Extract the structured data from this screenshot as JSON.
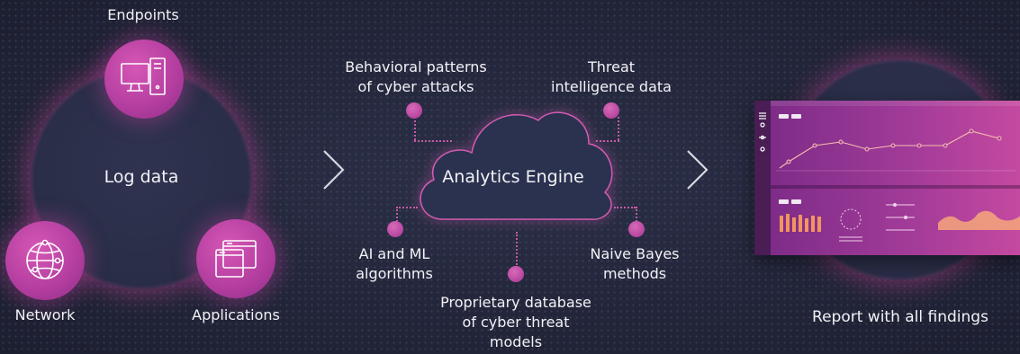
{
  "nodes": {
    "log_data": "Log data",
    "endpoints": "Endpoints",
    "network": "Network",
    "applications": "Applications",
    "analytics_engine": "Analytics Engine",
    "behavioral_line1": "Behavioral patterns",
    "behavioral_line2": "of cyber attacks",
    "threat_line1": "Threat",
    "threat_line2": "intelligence data",
    "ai_line1": "AI and ML",
    "ai_line2": "algorithms",
    "naive_line1": "Naive Bayes",
    "naive_line2": "methods",
    "proprietary_line1": "Proprietary database",
    "proprietary_line2": "of cyber threat",
    "proprietary_line3": "models",
    "report": "Report with all findings"
  },
  "colors": {
    "background": "#23263a",
    "accent": "#c24aa6",
    "circle_fill": "#2b2f4a"
  },
  "icons": [
    "computer-tower-icon",
    "globe-network-icon",
    "application-windows-icon",
    "chevron-right-icon"
  ]
}
